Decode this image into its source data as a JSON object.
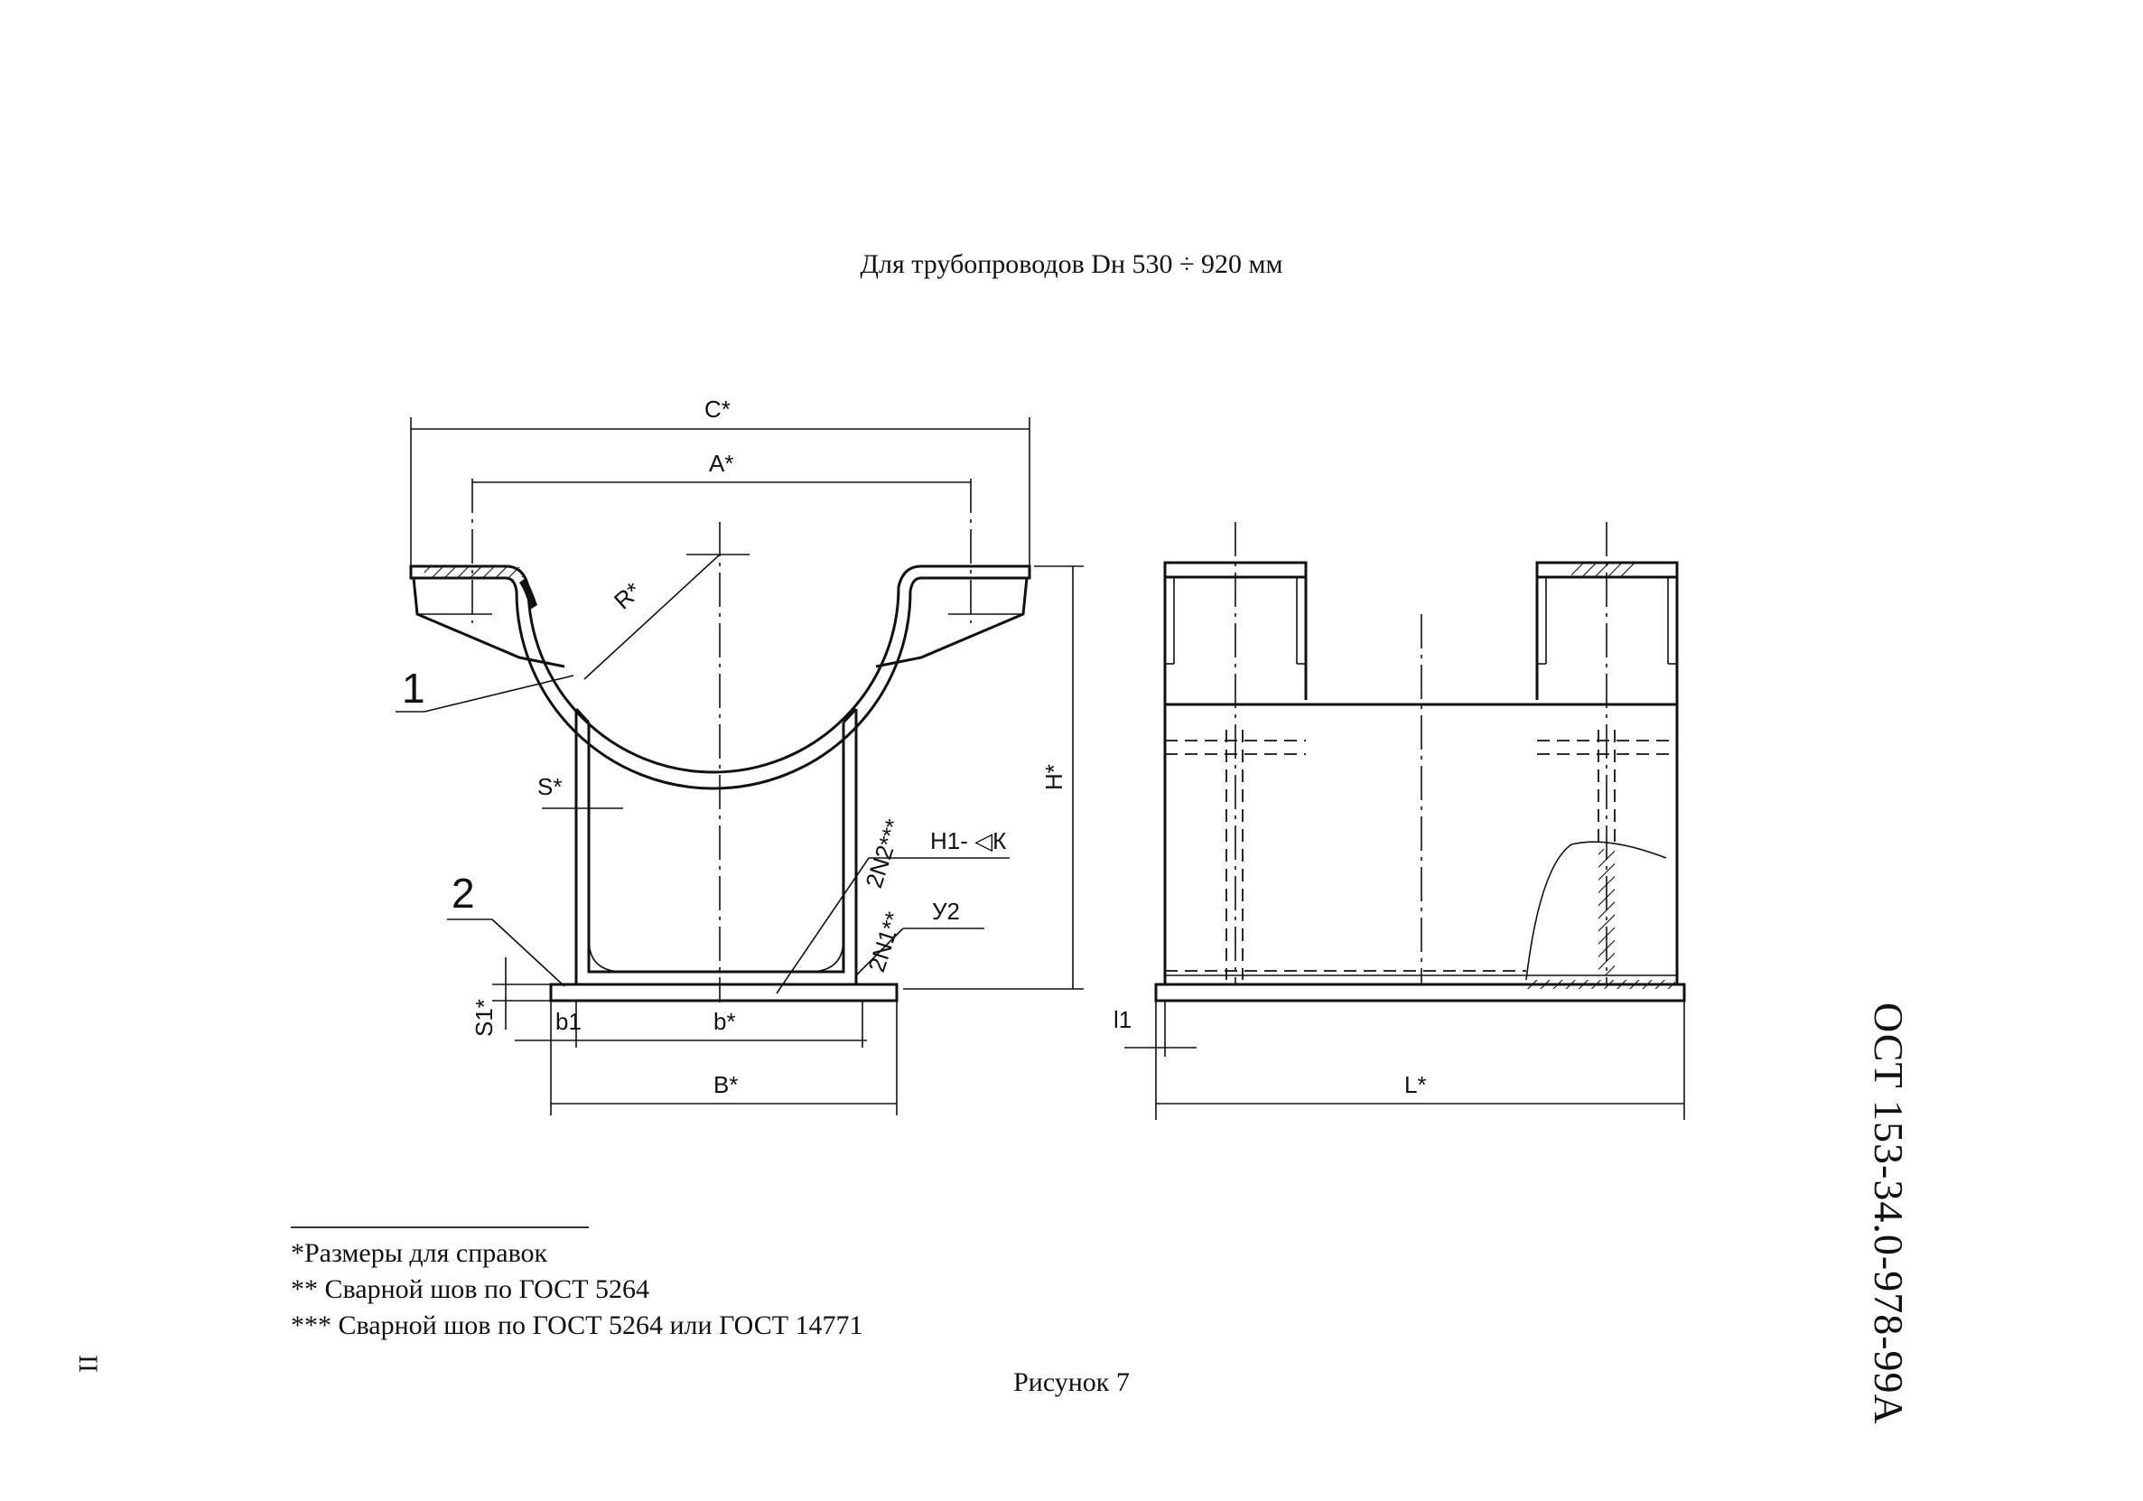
{
  "header": {
    "title": "Для трубопроводов Dн 530 ÷ 920 мм"
  },
  "drawing": {
    "dims": {
      "c": "C*",
      "a": "A*",
      "r": "R*",
      "h": "H*",
      "s": "S*",
      "s1": "S1*",
      "b1": "b1",
      "b_inner": "b*",
      "b_outer": "B*",
      "l1": "l1",
      "l": "L*"
    },
    "positions": {
      "p1": "1",
      "p2": "2"
    },
    "welds": {
      "w1": "2N2***",
      "w1_note": "Н1- ◁К",
      "w2": "2N1**",
      "w2_note": "У2"
    }
  },
  "notes": [
    "*Размеры для справок",
    "** Сварной шов по ГОСТ 5264",
    "*** Сварной шов по ГОСТ 5264 или ГОСТ 14771"
  ],
  "caption": "Рисунок 7",
  "standard": "ОСТ 153-34.0-978-99А",
  "page_mark": "II"
}
